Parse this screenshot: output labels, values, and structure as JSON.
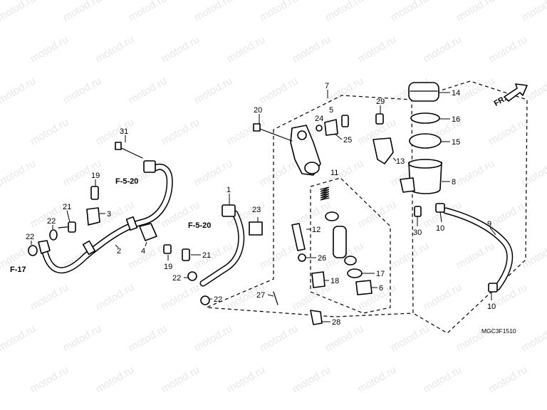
{
  "watermark": "motod.ru",
  "diagram_code": "MGC3F1510",
  "front_indicator": "FR.",
  "references": {
    "f17": "F-17",
    "f520a": "F-5-20",
    "f520b": "F-5-20"
  },
  "callouts": {
    "c1": "1",
    "c2": "2",
    "c3": "3",
    "c4": "4",
    "c5": "5",
    "c6": "6",
    "c7": "7",
    "c8": "8",
    "c9": "9",
    "c10a": "10",
    "c10b": "10",
    "c11": "11",
    "c12": "12",
    "c13": "13",
    "c14": "14",
    "c15": "15",
    "c16": "16",
    "c17": "17",
    "c18": "18",
    "c19a": "19",
    "c19b": "19",
    "c20": "20",
    "c21a": "21",
    "c21b": "21",
    "c22a": "22",
    "c22b": "22",
    "c22c": "22",
    "c22d": "22",
    "c23": "23",
    "c24": "24",
    "c25": "25",
    "c26": "26",
    "c27": "27",
    "c28": "28",
    "c29": "29",
    "c30": "30",
    "c31": "31"
  }
}
